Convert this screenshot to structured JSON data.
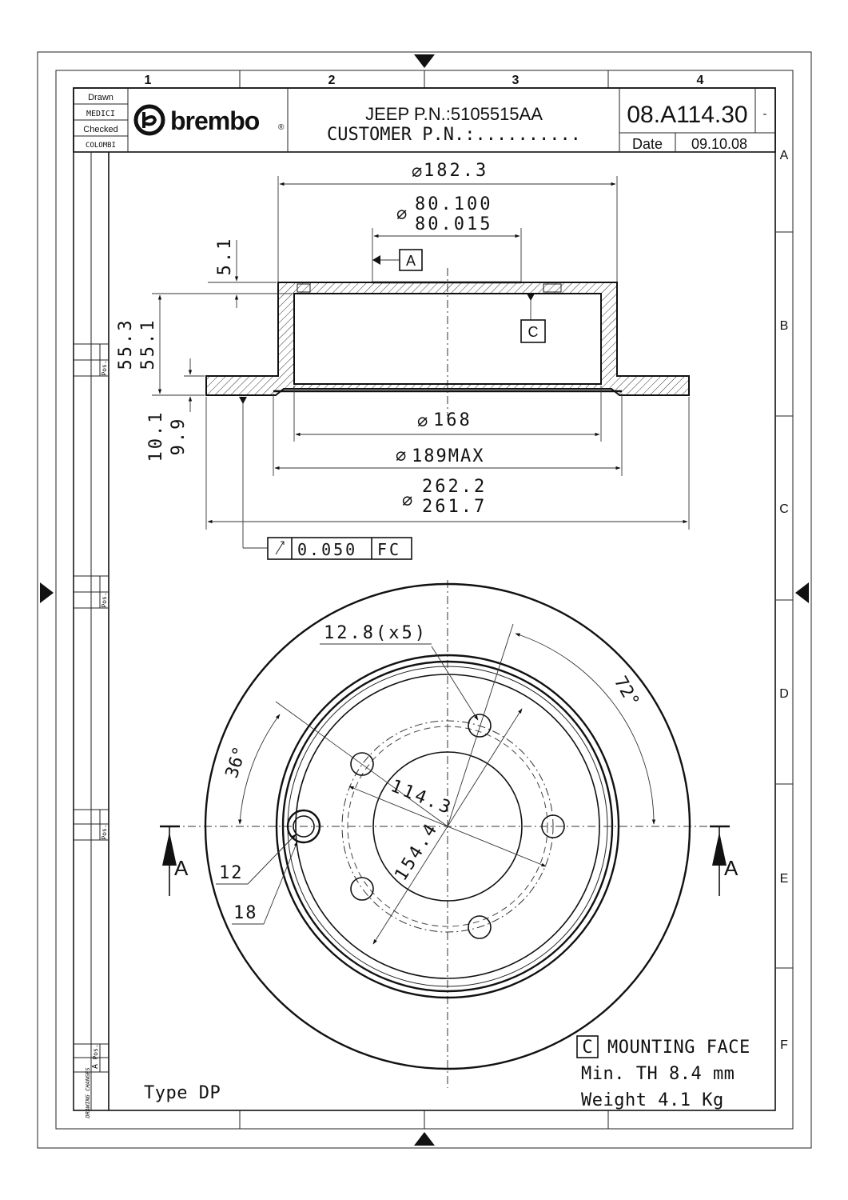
{
  "title_block": {
    "drawn_label": "Drawn",
    "drawn_by": "MEDICI",
    "checked_label": "Checked",
    "checked_by": "COLOMBI",
    "brand": "brembo",
    "brand_reg": "®",
    "jeep_pn": "JEEP P.N.:5105515AA",
    "customer_pn": "CUSTOMER P.N.:..........",
    "drawing_number": "08.A114.30",
    "revision": "-",
    "date_label": "Date",
    "date": "09.10.08"
  },
  "grid": {
    "columns": [
      "1",
      "2",
      "3",
      "4"
    ],
    "rows": [
      "A",
      "B",
      "C",
      "D",
      "E",
      "F"
    ]
  },
  "left_strip": {
    "pos_label": "Pos.",
    "a_label": "A",
    "drawing_changes": "DRAWING CHANGES"
  },
  "dimensions": {
    "d182": "182.3",
    "d80_upper": "80.100",
    "d80_lower": "80.015",
    "h5": "5.1",
    "h55_a": "55.3",
    "h55_b": "55.1",
    "ref_a": "A",
    "ref_c": "C",
    "t10": "10.1",
    "t9": "9.9",
    "d168": "168",
    "d189": "189MAX",
    "d262_upper": "262.2",
    "d262_lower": "261.7",
    "runout_value": "0.050",
    "runout_ref": "FC",
    "holes": "12.8(x5)",
    "angle72": "72°",
    "angle36": "36°",
    "pcd": "114.3",
    "d154": "154.4",
    "d12": "12",
    "d18": "18",
    "section_a_left": "A",
    "section_a_right": "A",
    "diameter_symbol": "⌀"
  },
  "notes": {
    "mounting_ref": "C",
    "mounting_face": "MOUNTING FACE",
    "min_th": "Min. TH 8.4 mm",
    "weight": "Weight 4.1 Kg",
    "type": "Type DP"
  }
}
